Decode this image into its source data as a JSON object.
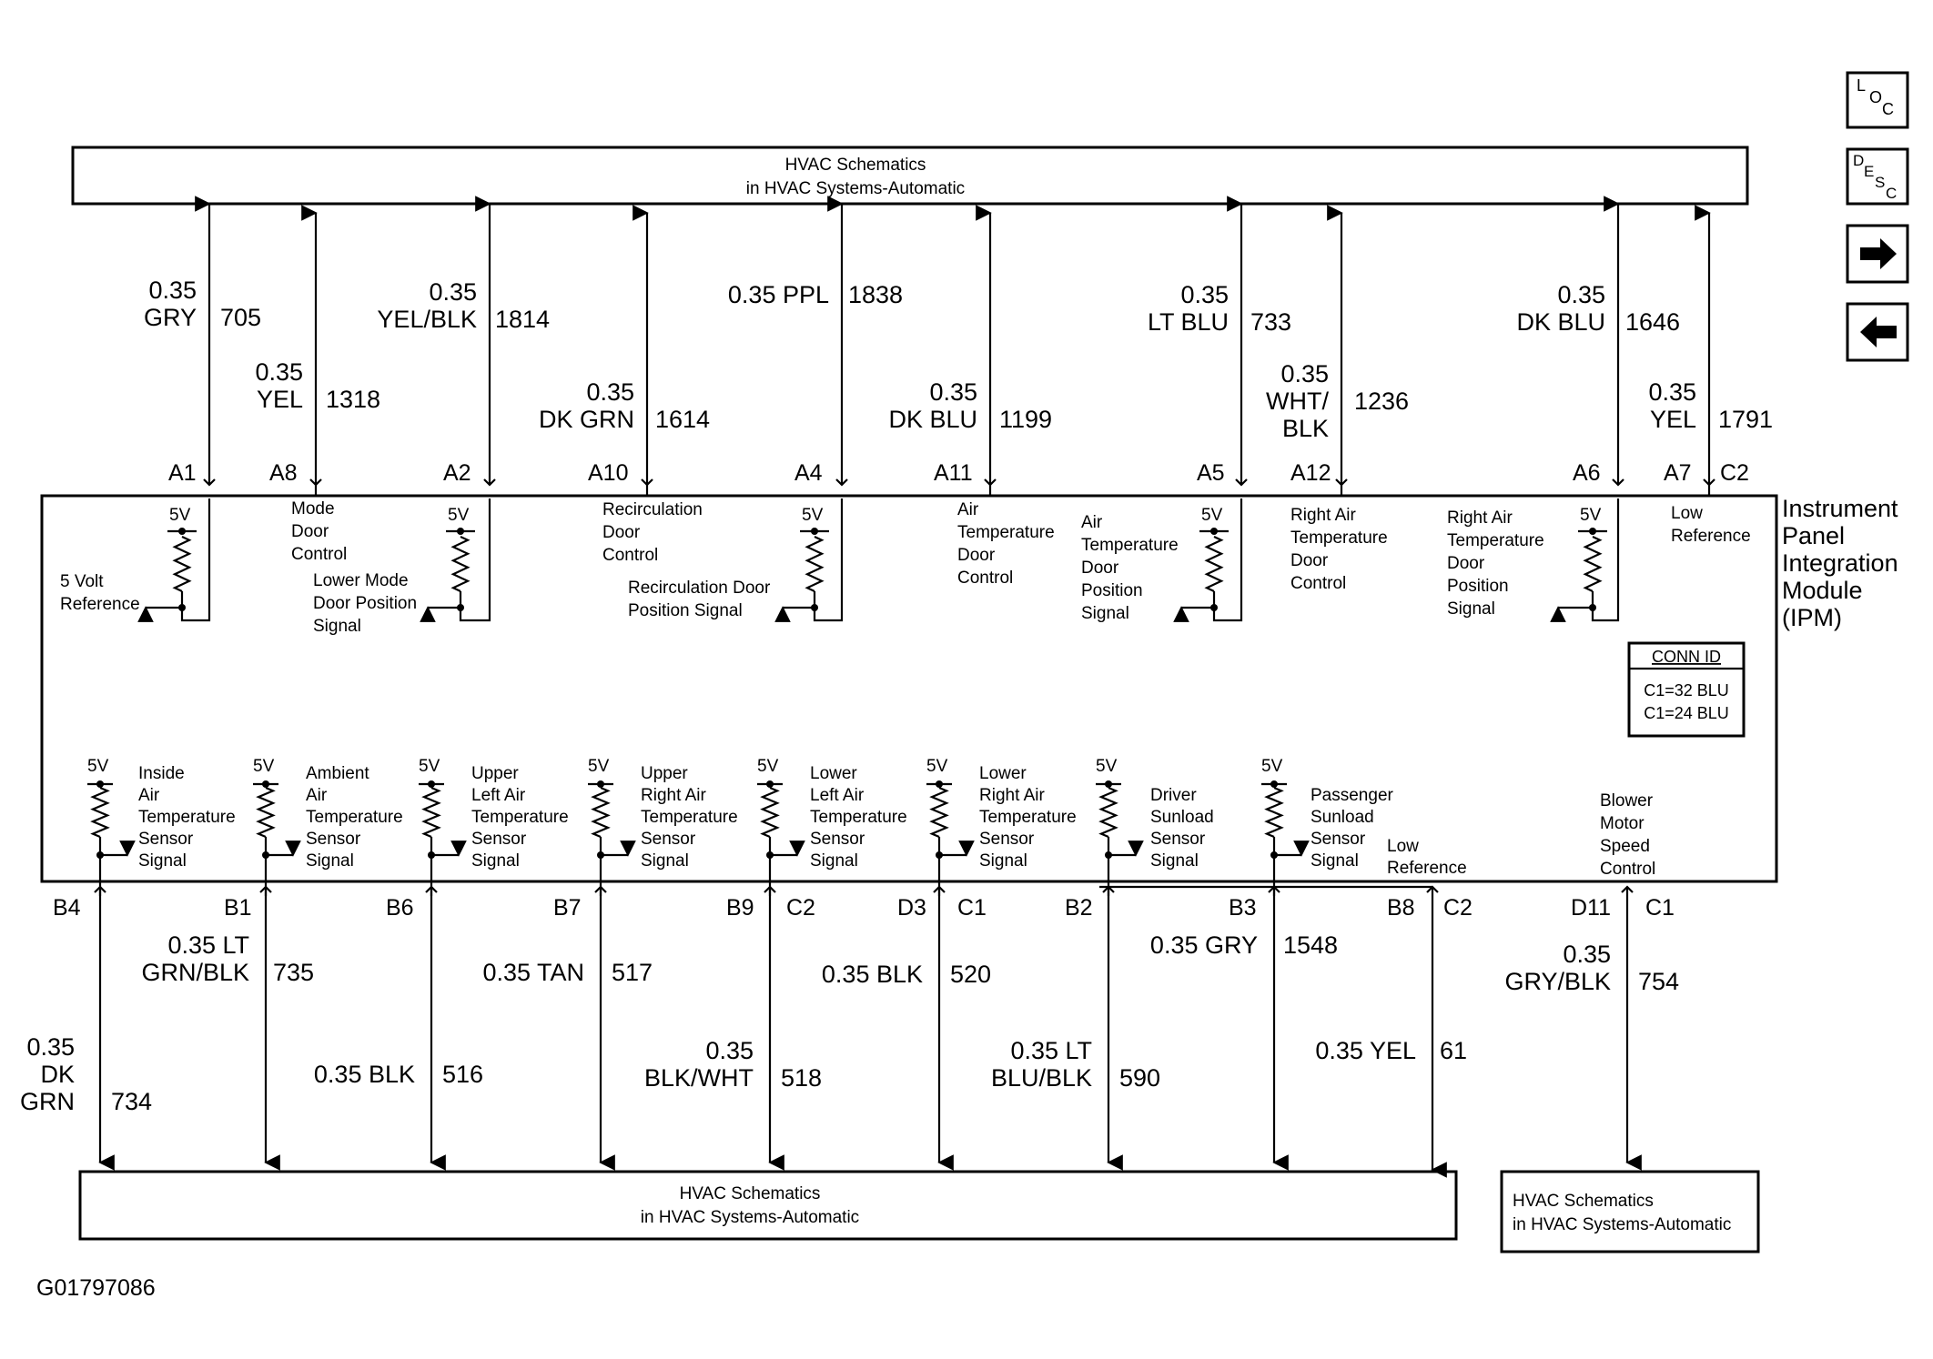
{
  "top_box": {
    "line1": "HVAC Schematics",
    "line2": "in HVAC Systems-Automatic"
  },
  "bottom_box_main": {
    "line1": "HVAC Schematics",
    "line2": "in HVAC Systems-Automatic"
  },
  "bottom_box_right": {
    "line1": "HVAC Schematics",
    "line2": "in HVAC Systems-Automatic"
  },
  "module": {
    "lines": [
      "Instrument",
      "Panel",
      "Integration",
      "Module",
      "(IPM)"
    ]
  },
  "conn_id": {
    "title": "CONN ID",
    "c1": "C1=32 BLU",
    "c2": "C1=24 BLU"
  },
  "nav": {
    "loc": "LOC",
    "desc": "DESC",
    "next": "next-arrow-icon",
    "prev": "prev-arrow-icon"
  },
  "figure_id": "G01797086",
  "connector_labels": {
    "top_c2": "C2",
    "b_c2a": "C2",
    "b_c1a": "C1",
    "b_c2b": "C2",
    "b_c1b": "C1"
  },
  "top_wires": [
    {
      "pin": "A1",
      "size": "0.35",
      "color": "GRY",
      "circuit": "705"
    },
    {
      "pin": "A8",
      "size": "0.35",
      "color": "YEL",
      "circuit": "1318"
    },
    {
      "pin": "A2",
      "size": "0.35",
      "color": "YEL/BLK",
      "circuit": "1814"
    },
    {
      "pin": "A10",
      "size": "0.35",
      "color": "DK GRN",
      "circuit": "1614"
    },
    {
      "pin": "A4",
      "size": "0.35 PPL",
      "color": "",
      "circuit": "1838"
    },
    {
      "pin": "A11",
      "size": "0.35",
      "color": "DK BLU",
      "circuit": "1199"
    },
    {
      "pin": "A5",
      "size": "0.35",
      "color": "LT BLU",
      "circuit": "733"
    },
    {
      "pin": "A12",
      "size": "0.35",
      "color": "WHT/",
      "color2": "BLK",
      "circuit": "1236"
    },
    {
      "pin": "A6",
      "size": "0.35",
      "color": "DK BLU",
      "circuit": "1646"
    },
    {
      "pin": "A7",
      "size": "0.35",
      "color": "YEL",
      "circuit": "1791"
    }
  ],
  "top_functions": [
    {
      "lines": [
        "5 Volt",
        "Reference"
      ]
    },
    {
      "lines": [
        "Mode",
        "Door",
        "Control"
      ]
    },
    {
      "lines": [
        "Lower Mode",
        "Door Position",
        "Signal"
      ]
    },
    {
      "lines": [
        "Recirculation",
        "Door",
        "Control"
      ]
    },
    {
      "lines": [
        "Recirculation Door",
        "Position Signal"
      ]
    },
    {
      "lines": [
        "Air",
        "Temperature",
        "Door",
        "Control"
      ]
    },
    {
      "lines": [
        "Air",
        "Temperature",
        "Door",
        "Position",
        "Signal"
      ]
    },
    {
      "lines": [
        "Right Air",
        "Temperature",
        "Door",
        "Control"
      ]
    },
    {
      "lines": [
        "Right Air",
        "Temperature",
        "Door",
        "Position",
        "Signal"
      ]
    },
    {
      "lines": [
        "Low",
        "Reference"
      ]
    }
  ],
  "sensors": [
    {
      "v": "5V",
      "lines": [
        "Inside",
        "Air",
        "Temperature",
        "Sensor",
        "Signal"
      ]
    },
    {
      "v": "5V",
      "lines": [
        "Ambient",
        "Air",
        "Temperature",
        "Sensor",
        "Signal"
      ]
    },
    {
      "v": "5V",
      "lines": [
        "Upper",
        "Left Air",
        "Temperature",
        "Sensor",
        "Signal"
      ]
    },
    {
      "v": "5V",
      "lines": [
        "Upper",
        "Right Air",
        "Temperature",
        "Sensor",
        "Signal"
      ]
    },
    {
      "v": "5V",
      "lines": [
        "Lower",
        "Left Air",
        "Temperature",
        "Sensor",
        "Signal"
      ]
    },
    {
      "v": "5V",
      "lines": [
        "Lower",
        "Right Air",
        "Temperature",
        "Sensor",
        "Signal"
      ]
    },
    {
      "v": "5V",
      "lines": [
        "Driver",
        "Sunload",
        "Sensor",
        "Signal"
      ]
    },
    {
      "v": "5V",
      "lines": [
        "Passenger",
        "Sunload",
        "Sensor",
        "Signal"
      ]
    }
  ],
  "top_5v": "5V",
  "low_reference_bottom": {
    "lines": [
      "Low",
      "Reference"
    ]
  },
  "blower": {
    "lines": [
      "Blower",
      "Motor",
      "Speed",
      "Control"
    ]
  },
  "bottom_wires": [
    {
      "pin": "B4",
      "size": "0.35",
      "color": "DK",
      "color2": "GRN",
      "circuit": "734"
    },
    {
      "pin": "B1",
      "size": "0.35 LT",
      "color": "GRN/BLK",
      "circuit": "735"
    },
    {
      "pin": "B6",
      "size": "0.35 BLK",
      "color": "",
      "circuit": "516"
    },
    {
      "pin": "B7",
      "size": "0.35 TAN",
      "color": "",
      "circuit": "517"
    },
    {
      "pin": "B9",
      "size": "0.35",
      "color": "BLK/WHT",
      "circuit": "518"
    },
    {
      "pin": "D3",
      "size": "0.35 BLK",
      "color": "",
      "circuit": "520"
    },
    {
      "pin": "B2",
      "size": "0.35 LT",
      "color": "BLU/BLK",
      "circuit": "590"
    },
    {
      "pin": "B3",
      "size": "0.35 GRY",
      "color": "",
      "circuit": "1548"
    },
    {
      "pin": "B8",
      "size": "0.35 YEL",
      "color": "",
      "circuit": "61"
    },
    {
      "pin": "D11",
      "size": "0.35",
      "color": "GRY/BLK",
      "circuit": "754"
    }
  ]
}
